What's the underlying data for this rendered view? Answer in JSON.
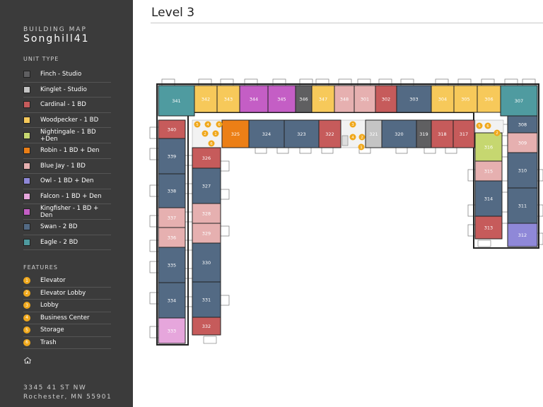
{
  "sidebar": {
    "brand_subtitle": "BUILDING MAP",
    "brand_title": "Songhill41",
    "unit_type_heading": "UNIT TYPE",
    "unit_types": [
      {
        "label": "Finch - Studio",
        "color": "#5f5f61"
      },
      {
        "label": "Kinglet - Studio",
        "color": "#c4c4c4"
      },
      {
        "label": "Cardinal - 1 BD",
        "color": "#c65b5b"
      },
      {
        "label": "Woodpecker - 1 BD",
        "color": "#f7c95a"
      },
      {
        "label": "Nightingale - 1 BD +Den",
        "color": "#c6d770"
      },
      {
        "label": "Robin - 1 BD + Den",
        "color": "#ec7f16"
      },
      {
        "label": "Blue Jay - 1 BD",
        "color": "#e6b0b0"
      },
      {
        "label": "Owl - 1 BD + Den",
        "color": "#8f88d8"
      },
      {
        "label": "Falcon - 1 BD + Den",
        "color": "#e6a6dc"
      },
      {
        "label": "Kingfisher - 1 BD + Den",
        "color": "#c45ec5"
      },
      {
        "label": "Swan - 2 BD",
        "color": "#536a84"
      },
      {
        "label": "Eagle - 2 BD",
        "color": "#4f9ba0"
      }
    ],
    "features_heading": "FEATURES",
    "features": [
      {
        "num": "1",
        "label": "Elevator"
      },
      {
        "num": "2",
        "label": "Elevator Lobby"
      },
      {
        "num": "3",
        "label": "Lobby"
      },
      {
        "num": "4",
        "label": "Business Center"
      },
      {
        "num": "5",
        "label": "Storage"
      },
      {
        "num": "6",
        "label": "Trash"
      }
    ],
    "address_line1": "3345 41 ST NW",
    "address_line2": "Rochester, MN 55901"
  },
  "main": {
    "level_title": "Level 3"
  },
  "units": [
    {
      "label": "341",
      "type": "eagle"
    },
    {
      "label": "342",
      "type": "woodpecker"
    },
    {
      "label": "343",
      "type": "woodpecker"
    },
    {
      "label": "344",
      "type": "kingfisher"
    },
    {
      "label": "345",
      "type": "kingfisher"
    },
    {
      "label": "346",
      "type": "finch"
    },
    {
      "label": "347",
      "type": "woodpecker"
    },
    {
      "label": "348",
      "type": "bluejay"
    },
    {
      "label": "301",
      "type": "bluejay"
    },
    {
      "label": "302",
      "type": "cardinal"
    },
    {
      "label": "303",
      "type": "swan"
    },
    {
      "label": "304",
      "type": "woodpecker"
    },
    {
      "label": "305",
      "type": "woodpecker"
    },
    {
      "label": "306",
      "type": "woodpecker"
    },
    {
      "label": "307",
      "type": "eagle"
    },
    {
      "label": "340",
      "type": "cardinal"
    },
    {
      "label": "339",
      "type": "swan"
    },
    {
      "label": "338",
      "type": "swan"
    },
    {
      "label": "337",
      "type": "bluejay"
    },
    {
      "label": "336",
      "type": "bluejay"
    },
    {
      "label": "335",
      "type": "swan"
    },
    {
      "label": "334",
      "type": "swan"
    },
    {
      "label": "333",
      "type": "falcon"
    },
    {
      "label": "326",
      "type": "cardinal"
    },
    {
      "label": "327",
      "type": "swan"
    },
    {
      "label": "328",
      "type": "bluejay"
    },
    {
      "label": "329",
      "type": "bluejay"
    },
    {
      "label": "330",
      "type": "swan"
    },
    {
      "label": "331",
      "type": "swan"
    },
    {
      "label": "332",
      "type": "cardinal"
    },
    {
      "label": "325",
      "type": "robin"
    },
    {
      "label": "324",
      "type": "swan"
    },
    {
      "label": "323",
      "type": "swan"
    },
    {
      "label": "322",
      "type": "cardinal"
    },
    {
      "label": "321",
      "type": "kinglet"
    },
    {
      "label": "320",
      "type": "swan"
    },
    {
      "label": "319",
      "type": "finch"
    },
    {
      "label": "318",
      "type": "cardinal"
    },
    {
      "label": "317",
      "type": "cardinal"
    },
    {
      "label": "308",
      "type": "swan"
    },
    {
      "label": "309",
      "type": "bluejay"
    },
    {
      "label": "310",
      "type": "swan"
    },
    {
      "label": "311",
      "type": "swan"
    },
    {
      "label": "312",
      "type": "owl"
    },
    {
      "label": "316",
      "type": "nightingale"
    },
    {
      "label": "315",
      "type": "bluejay"
    },
    {
      "label": "314",
      "type": "swan"
    },
    {
      "label": "313",
      "type": "cardinal"
    }
  ],
  "markers": [
    {
      "num": "5"
    },
    {
      "num": "4"
    },
    {
      "num": "6"
    },
    {
      "num": "2"
    },
    {
      "num": "1"
    },
    {
      "num": "3"
    },
    {
      "num": "4"
    },
    {
      "num": "2"
    },
    {
      "num": "1"
    },
    {
      "num": "5"
    },
    {
      "num": "6"
    },
    {
      "num": "2"
    },
    {
      "num": "6"
    }
  ]
}
